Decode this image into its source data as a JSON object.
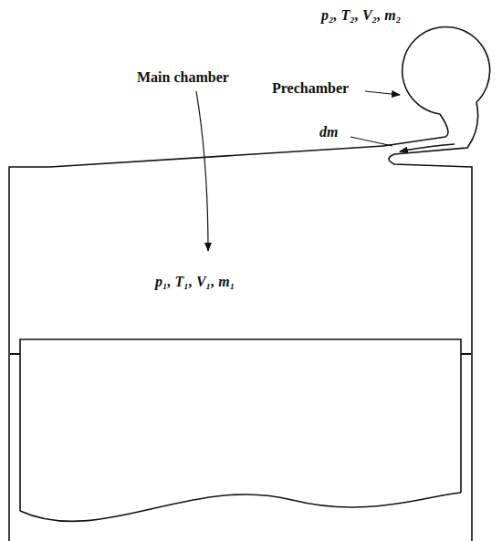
{
  "diagram": {
    "labels": [
      "p₂, T₂, V₂, m₂",
      "Prechamber",
      "Main chamber",
      "dm",
      "p₁, T₁, V₁, m₁"
    ]
  }
}
